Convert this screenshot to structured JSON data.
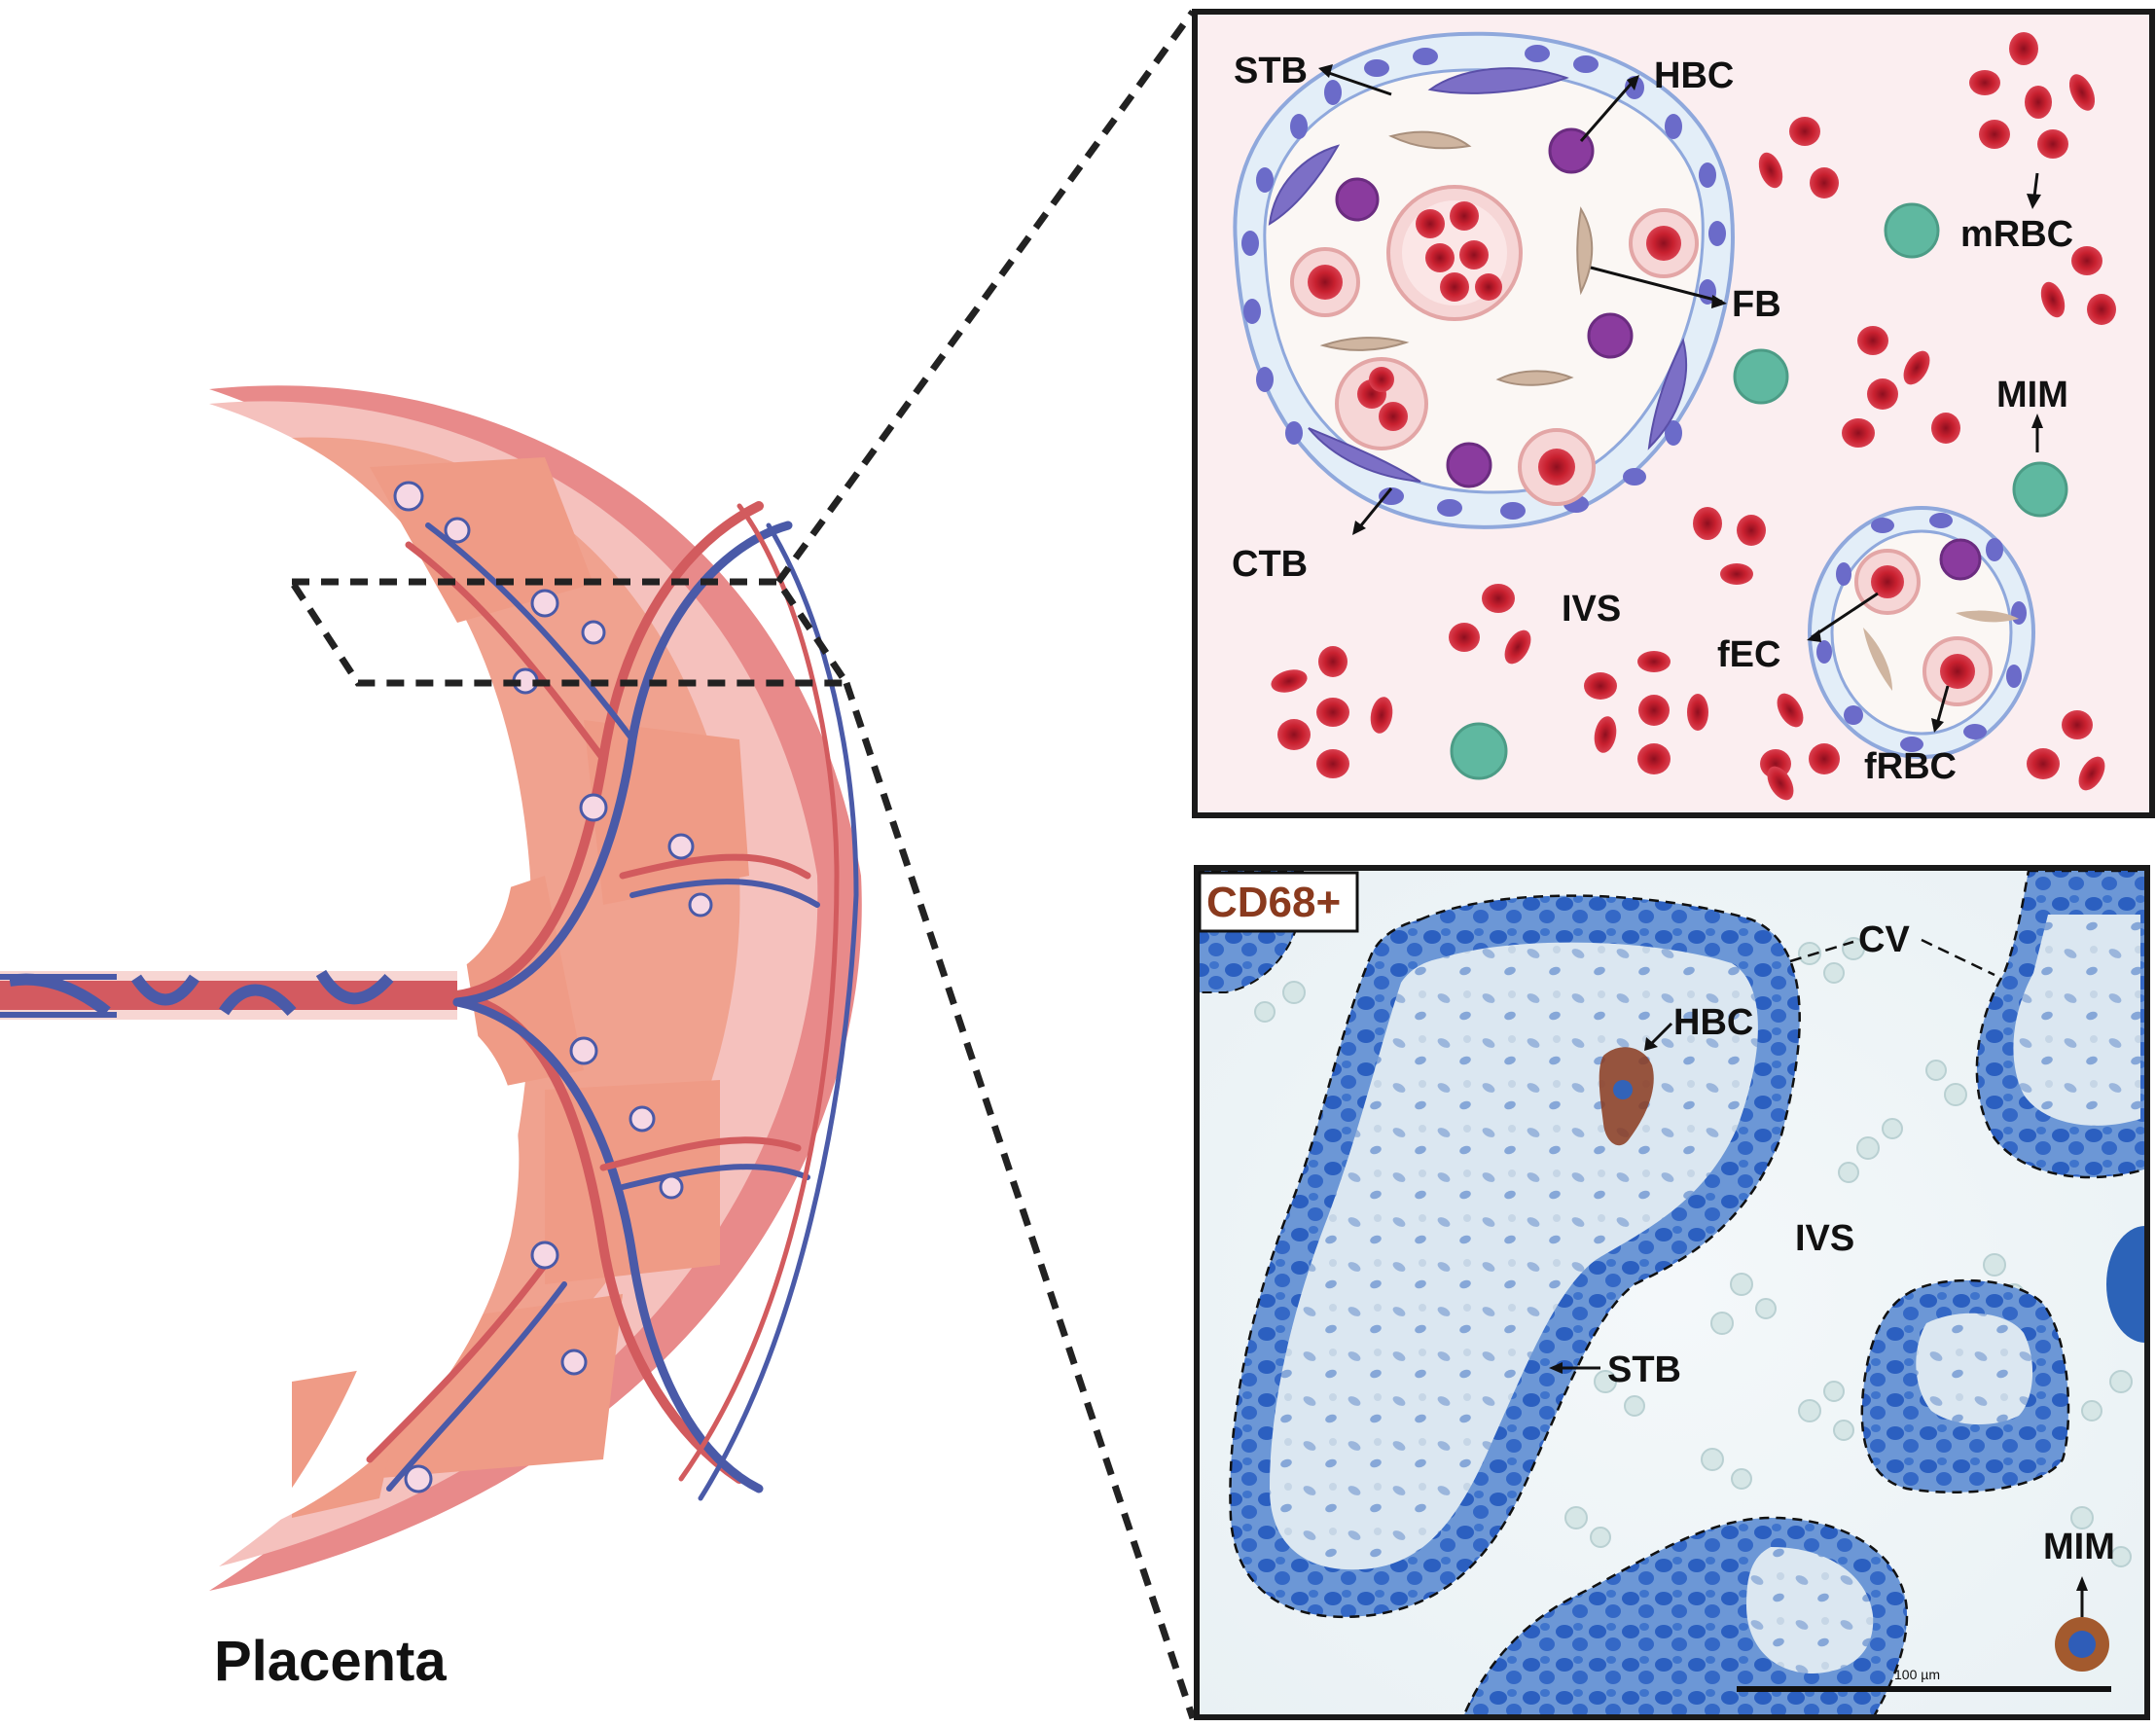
{
  "placenta": {
    "title": "Placenta"
  },
  "top_panel": {
    "labels": {
      "stb": "STB",
      "hbc": "HBC",
      "fb": "FB",
      "ctb": "CTB",
      "mrbc": "mRBC",
      "mim": "MIM",
      "ivs": "IVS",
      "fec": "fEC",
      "frbc": "fRBC"
    }
  },
  "bottom_panel": {
    "stain": "CD68+",
    "labels": {
      "cv": "CV",
      "hbc": "HBC",
      "ivs": "IVS",
      "stb": "STB",
      "mim": "MIM"
    },
    "scale_bar": "100 µm"
  },
  "colors": {
    "rbc": "#c8202f",
    "villus_membrane": "#8fa8dc",
    "nucleus": "#6b6bc9",
    "macrophage_purple": "#8a3b9e",
    "maternal_macrophage": "#5fb8a0",
    "fibroblast": "#cfb5a0",
    "panel_bg": "#fbeef0",
    "artery": "#d25b5e",
    "vein": "#4a5aa8",
    "stain_brown": "#8a3a1e",
    "histology_blue": "#2b64c2"
  }
}
